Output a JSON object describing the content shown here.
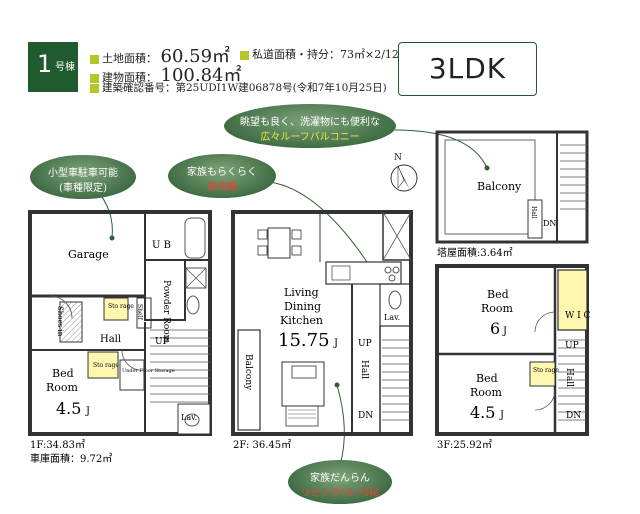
{
  "header": {
    "unit_number": "1",
    "unit_suffix": "号棟",
    "land_area_label": "土地面積：",
    "land_area_value": "60.59㎡",
    "building_area_label": "建物面積：",
    "building_area_value": "100.84㎡",
    "private_road_label": "私道面積・持分：",
    "private_road_value": "73㎡×2/12",
    "permit_label": "建築確認番号：",
    "permit_value": "第25UDI1W建06878号(令和7年10月25日)",
    "layout_type": "3LDK"
  },
  "callouts": {
    "balcony_line1": "眺望も良く、洗濯物にも便利な",
    "balcony_line2": "広々ルーフバルコニー",
    "parking_line1": "小型車駐車可能",
    "parking_line2": "(車種限定)",
    "laundry_line1": "家族もらくらく",
    "laundry_line2": "食洗機",
    "living_line1": "家族だんらん",
    "living_line2": "リビング15.75帖"
  },
  "compass": {
    "label": "N"
  },
  "floor1": {
    "garage": "Garage",
    "ub": "U B",
    "powder_room": "Powder Room",
    "shelf": "Shelf",
    "storage_small": "Sto rage",
    "shoes_in": "Shoes in",
    "hall": "Hall",
    "up": "UP",
    "bed": "Bed",
    "room": "Room",
    "size": "4.5",
    "size_unit": "J",
    "storage_label": "Sto rage",
    "under_floor": "Under Floor Storage",
    "lav": "Lav.",
    "area": "1F:34.83㎡",
    "garage_area": "車庫面積：9.72㎡"
  },
  "floor2": {
    "living": "Living",
    "dining": "Dining",
    "kitchen": "Kitchen",
    "size": "15.75",
    "size_unit": "J",
    "balcony": "Balcony",
    "lav": "Lav.",
    "up": "UP",
    "hall": "Hall",
    "dn": "DN",
    "area": "2F: 36.45㎡"
  },
  "penthouse": {
    "balcony": "Balcony",
    "hall": "Hall",
    "dn": "DN",
    "area": "塔屋面積:3.64㎡"
  },
  "floor3": {
    "bed1": "Bed",
    "room1": "Room",
    "size1": "6",
    "unit1": "J",
    "wic": "W I C",
    "up": "UP",
    "bed2": "Bed",
    "room2": "Room",
    "size2": "4.5",
    "unit2": "J",
    "storage": "Sto rage",
    "hall": "Hall",
    "dn": "DN",
    "area": "3F:25.92㎡"
  },
  "colors": {
    "badge": "#1f5b2e",
    "bullet": "#b4c62a",
    "wic": "#fff7b0",
    "storage": "#fff7b0"
  }
}
